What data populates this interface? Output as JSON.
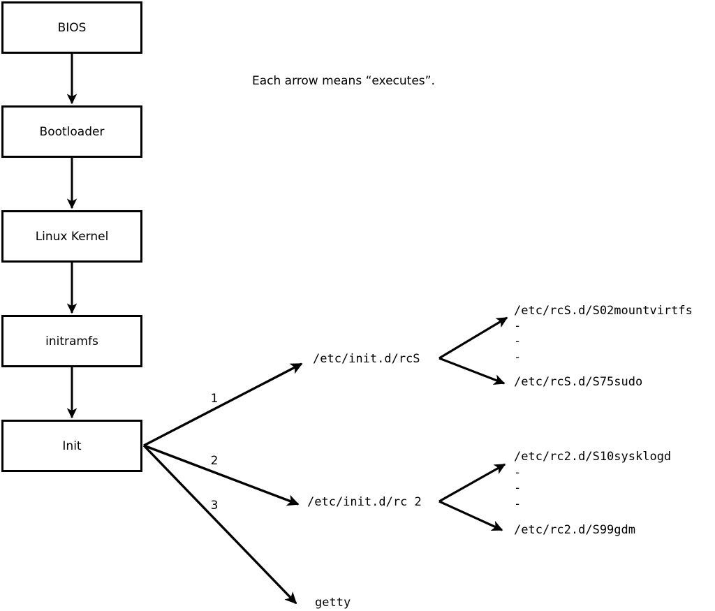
{
  "caption": {
    "text": "Each arrow means “executes”."
  },
  "chain": {
    "boxes": [
      {
        "label": "BIOS"
      },
      {
        "label": "Bootloader"
      },
      {
        "label": "Linux Kernel"
      },
      {
        "label": "initramfs"
      },
      {
        "label": "Init"
      }
    ]
  },
  "branches": [
    {
      "number": "1",
      "target": "/etc/init.d/rcS"
    },
    {
      "number": "2",
      "target": "/etc/init.d/rc 2"
    },
    {
      "number": "3",
      "target": "getty"
    }
  ],
  "scripts": {
    "rcs": {
      "first": "/etc/rcS.d/S02mountvirtfs",
      "ellipsis": [
        "-",
        "-",
        "-"
      ],
      "last": "/etc/rcS.d/S75sudo"
    },
    "rc2": {
      "first": "/etc/rc2.d/S10sysklogd",
      "ellipsis": [
        "-",
        "-",
        "-"
      ],
      "last": "/etc/rc2.d/S99gdm"
    }
  },
  "colors": {
    "stroke": "#000000",
    "background": "#ffffff",
    "box_fill": "#ffffff"
  }
}
